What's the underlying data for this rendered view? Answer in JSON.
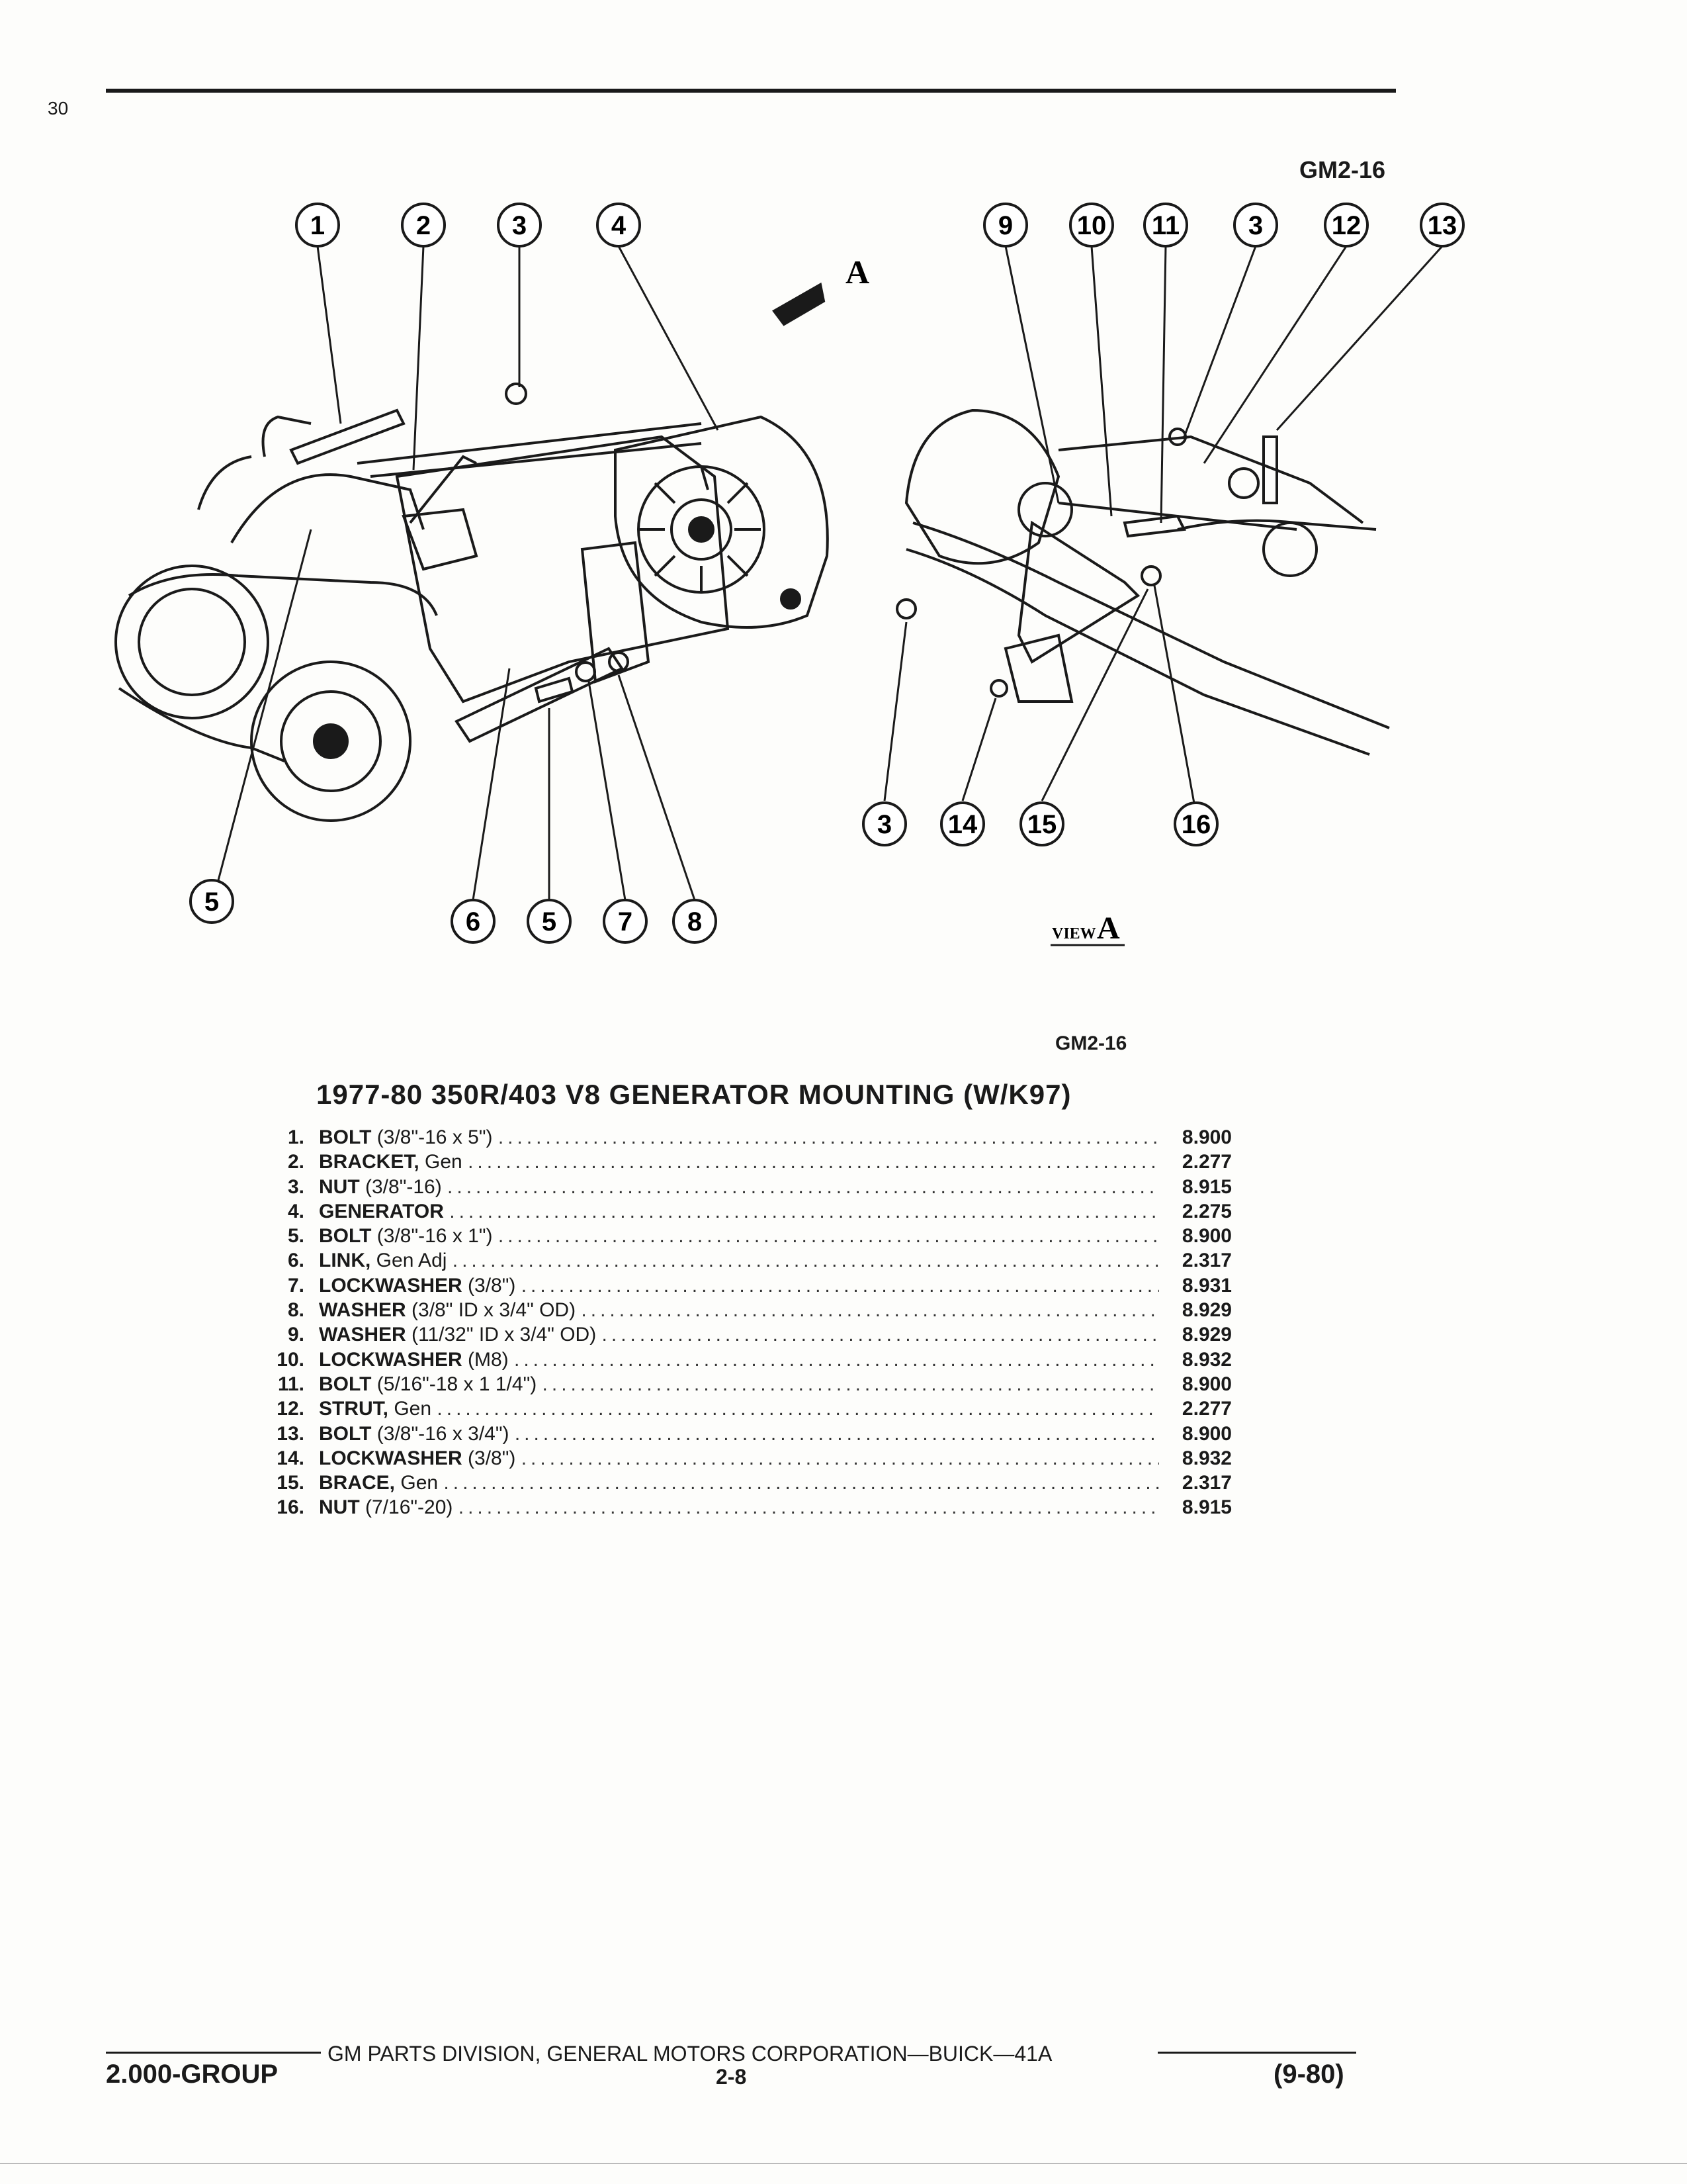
{
  "page": {
    "number": "30"
  },
  "figure": {
    "code_top": "GM2-16",
    "code_bottom": "GM2-16",
    "arrow_label": "A",
    "view_label_word": "VIEW",
    "view_label_letter": "A",
    "left_top_callouts": [
      "1",
      "2",
      "3",
      "4"
    ],
    "left_bottom_callouts": [
      "5",
      "6",
      "5",
      "7",
      "8"
    ],
    "right_top_callouts": [
      "9",
      "10",
      "11",
      "3",
      "12",
      "13"
    ],
    "right_bottom_callouts": [
      "3",
      "14",
      "15",
      "16"
    ]
  },
  "parts": {
    "title": "1977-80 350R/403 V8 GENERATOR MOUNTING (W/K97)",
    "items": [
      {
        "num": "1.",
        "name": "BOLT",
        "spec": "(3/8\"-16 x 5\")",
        "code": "8.900"
      },
      {
        "num": "2.",
        "name": "BRACKET,",
        "spec": "Gen",
        "code": "2.277"
      },
      {
        "num": "3.",
        "name": "NUT",
        "spec": "(3/8\"-16)",
        "code": "8.915"
      },
      {
        "num": "4.",
        "name": "GENERATOR",
        "spec": "",
        "code": "2.275"
      },
      {
        "num": "5.",
        "name": "BOLT",
        "spec": "(3/8\"-16 x 1\")",
        "code": "8.900"
      },
      {
        "num": "6.",
        "name": "LINK,",
        "spec": "Gen Adj",
        "code": "2.317"
      },
      {
        "num": "7.",
        "name": "LOCKWASHER",
        "spec": "(3/8\")",
        "code": "8.931"
      },
      {
        "num": "8.",
        "name": "WASHER",
        "spec": "(3/8\" ID x 3/4\" OD)",
        "code": "8.929"
      },
      {
        "num": "9.",
        "name": "WASHER",
        "spec": "(11/32\" ID x 3/4\" OD)",
        "code": "8.929"
      },
      {
        "num": "10.",
        "name": "LOCKWASHER",
        "spec": "(M8)",
        "code": "8.932"
      },
      {
        "num": "11.",
        "name": "BOLT",
        "spec": "(5/16\"-18 x 1 1/4\")",
        "code": "8.900"
      },
      {
        "num": "12.",
        "name": "STRUT,",
        "spec": "Gen",
        "code": "2.277"
      },
      {
        "num": "13.",
        "name": "BOLT",
        "spec": "(3/8\"-16 x 3/4\")",
        "code": "8.900"
      },
      {
        "num": "14.",
        "name": "LOCKWASHER",
        "spec": "(3/8\")",
        "code": "8.932"
      },
      {
        "num": "15.",
        "name": "BRACE,",
        "spec": "Gen",
        "code": "2.317"
      },
      {
        "num": "16.",
        "name": "NUT",
        "spec": "(7/16\"-20)",
        "code": "8.915"
      }
    ]
  },
  "footer": {
    "center": "GM PARTS DIVISION, GENERAL MOTORS CORPORATION—BUICK—41A",
    "group": "2.000-GROUP",
    "page": "2-8",
    "date": "(9-80)"
  },
  "colors": {
    "ink": "#1a1a1a",
    "paper": "#fdfdfb"
  }
}
